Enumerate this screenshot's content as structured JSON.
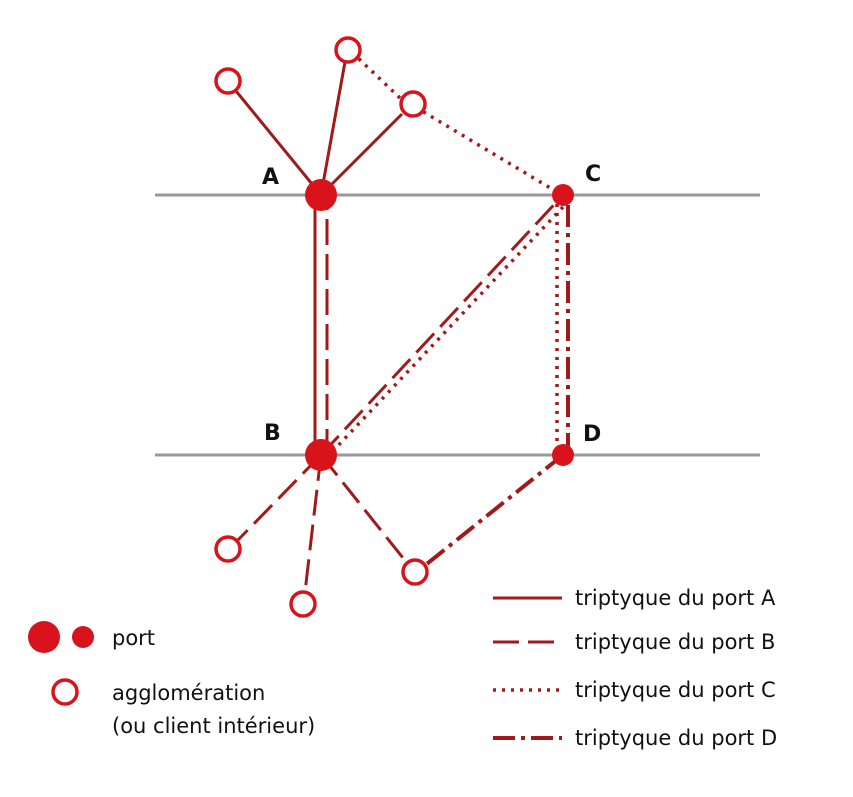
{
  "colors": {
    "port_fill": "#d9131b",
    "agglomeration_stroke": "#d9131b",
    "triptyque_line": "#a01a1a",
    "horizontal_line": "#999999",
    "text": "#111111"
  },
  "nodes": {
    "A": "A",
    "B": "B",
    "C": "C",
    "D": "D"
  },
  "legend": {
    "port": "port",
    "agglomeration_line1": "agglomération",
    "agglomeration_line2": "(ou client intérieur)",
    "triptyque_a": "triptyque du port A",
    "triptyque_b": "triptyque du port B",
    "triptyque_c": "triptyque du port C",
    "triptyque_d": "triptyque du port D"
  }
}
